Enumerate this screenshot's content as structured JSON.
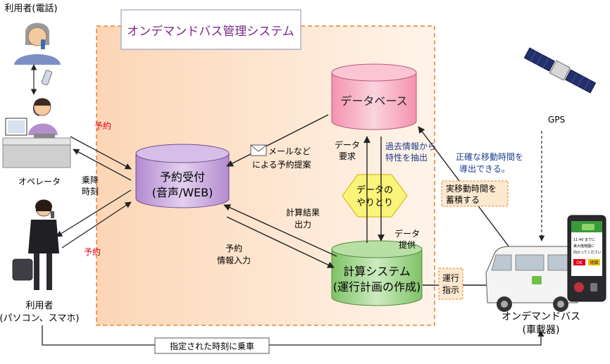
{
  "system": {
    "title": "オンデマンドバス管理システム"
  },
  "actors": {
    "phone_user": "利用者(電話)",
    "operator": "オペレータ",
    "pc_user_line1": "利用者",
    "pc_user_line2": "(パソコン、スマホ)",
    "bus_line1": "オンデマンドバス",
    "bus_line2": "(車載器)",
    "gps": "GPS"
  },
  "nodes": {
    "database": "データベース",
    "reservation_line1": "予約受付",
    "reservation_line2": "(音声/WEB)",
    "calc_line1": "計算システム",
    "calc_line2": "(運行計画の作成)",
    "data_exchange_line1": "データの",
    "data_exchange_line2": "やりとり"
  },
  "labels": {
    "reserve_top": "予約",
    "reserve_bottom": "予約",
    "pickup_time_line1": "乗降",
    "pickup_time_line2": "時刻",
    "mail_line1": "メールなど",
    "mail_line2": "による予約提案",
    "data_request_line1": "データ",
    "data_request_line2": "要求",
    "extract_line1": "過去情報から",
    "extract_line2": "特性を抽出",
    "calc_result_line1": "計算結果",
    "calc_result_line2": "出力",
    "reservation_input_line1": "予約",
    "reservation_input_line2": "情報入力",
    "data_supply_line1": "データ",
    "data_supply_line2": "提供",
    "accurate_time_line1": "正確な移動時間を",
    "accurate_time_line2": "導出できる。",
    "store_time_line1": "実移動時間を",
    "store_time_line2": "蓄積する",
    "operation_line1": "運行",
    "operation_line2": "指示",
    "board_at_time": "指定された時刻に乗車"
  },
  "phone_screen": {
    "line1": "11:40 までに",
    "line2": "東大植物園に",
    "line3": "向かってください",
    "ok": "OK",
    "map": "地図"
  },
  "colors": {
    "system_bg": "#fde3cc",
    "system_border": "#e8822c",
    "title_text": "#7a2a8a",
    "database_fill": "#f6a9c0",
    "reservation_fill": "#c8a5dc",
    "calc_fill": "#9fd38a",
    "hexagon_fill": "#fbf47a",
    "red_label": "#e0001b",
    "blue_label": "#1c3d8f",
    "note_fill": "#fde9d0"
  }
}
